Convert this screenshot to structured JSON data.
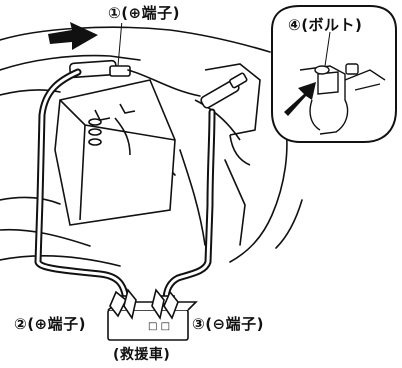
{
  "labels": {
    "terminal_plus_top": "①(⊕端子)",
    "bolt": "④(ボルト)",
    "terminal_plus_bottom": "②(⊕端子)",
    "terminal_minus": "③(⊖端子)",
    "rescue_vehicle": "(救援車)"
  },
  "colors": {
    "line": "#111111",
    "fill": "#ffffff"
  }
}
